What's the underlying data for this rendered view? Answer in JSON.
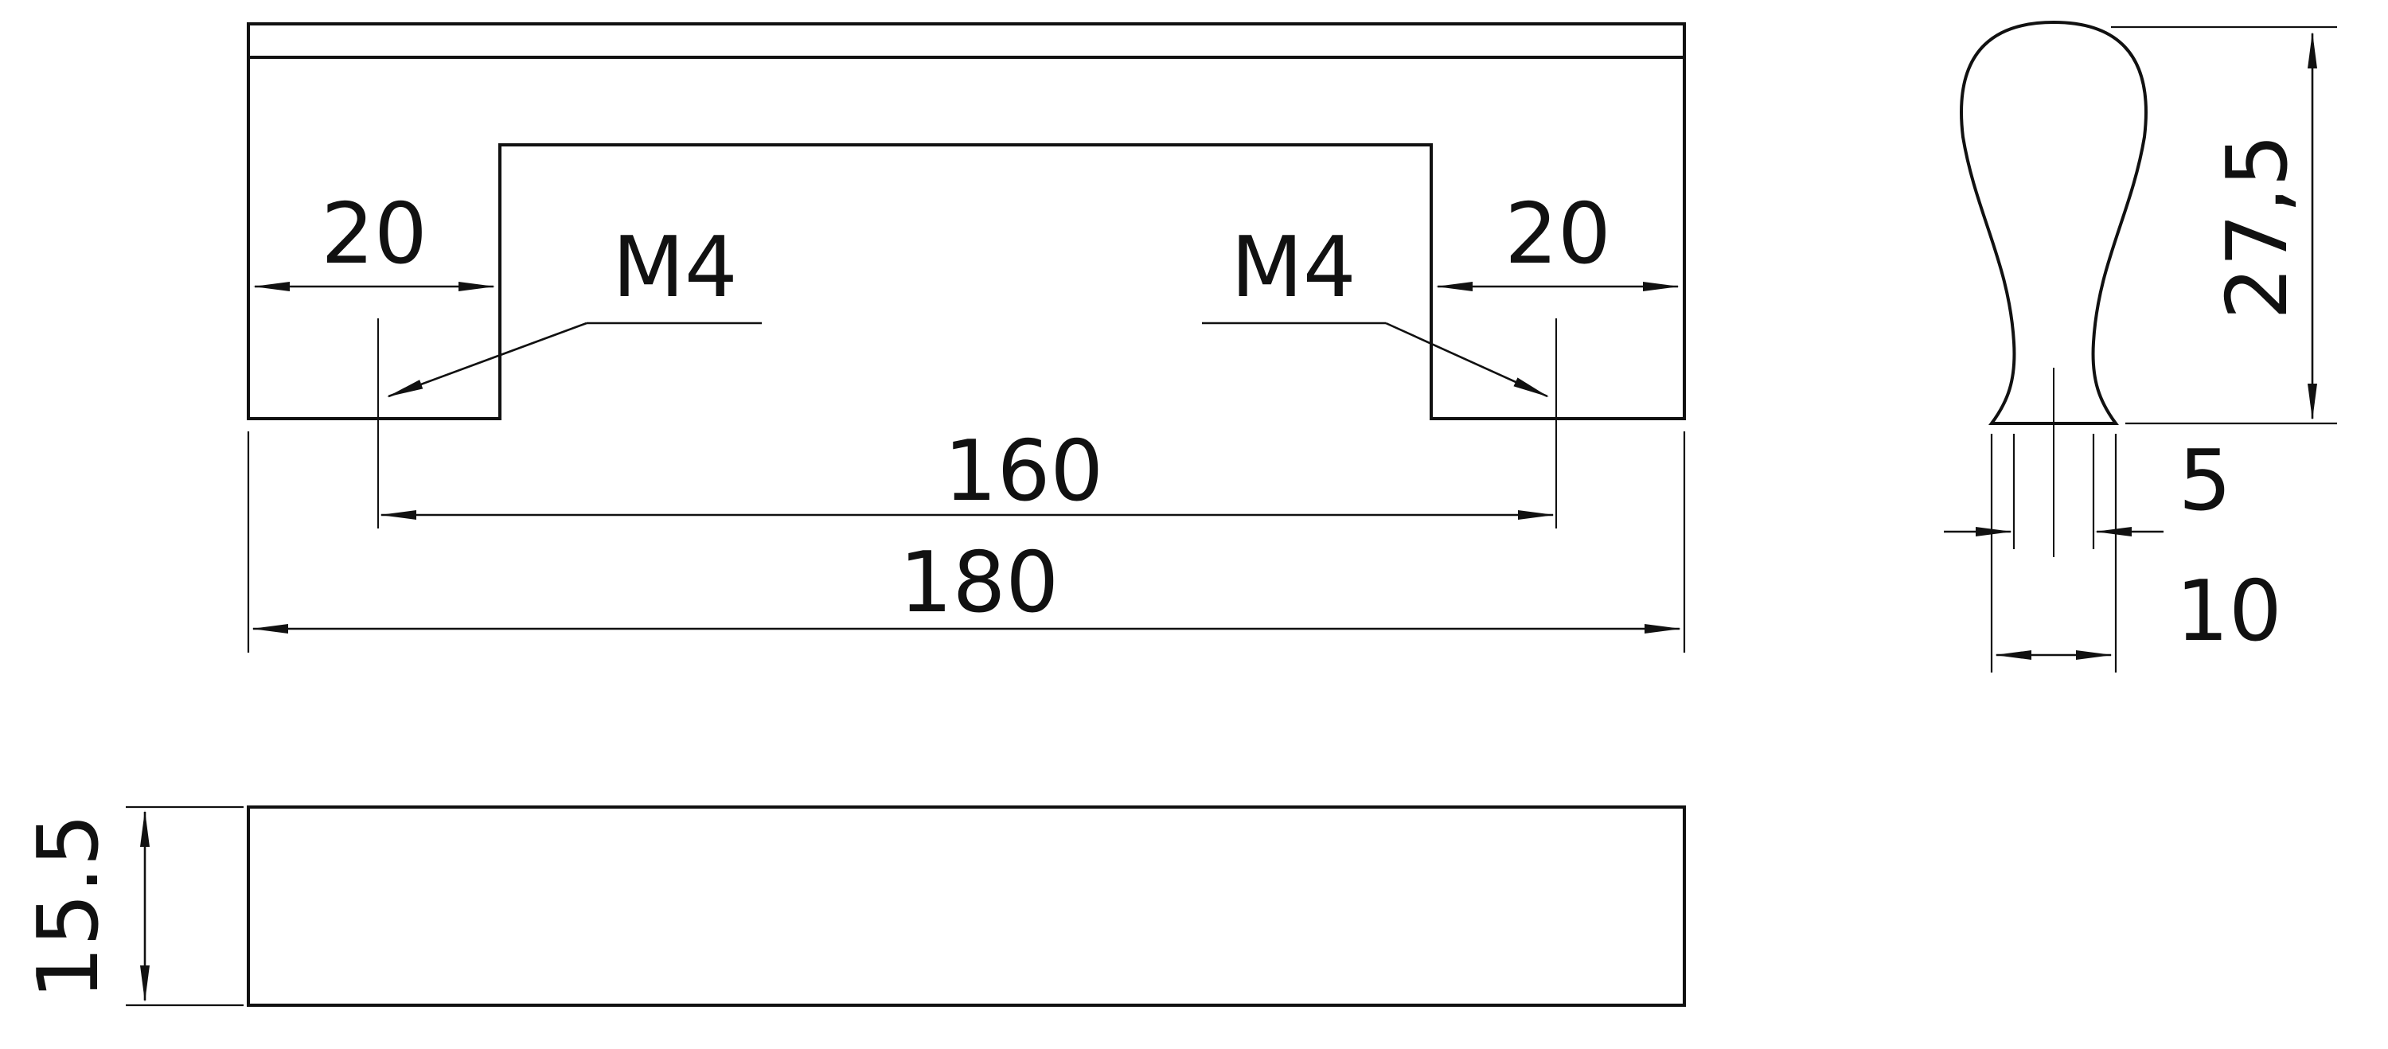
{
  "drawing": {
    "front_view": {
      "post_width_left": "20",
      "post_width_right": "20",
      "thread_label_left": "M4",
      "thread_label_right": "M4",
      "hole_spacing": "160",
      "overall_length": "180"
    },
    "profile_view": {
      "height": "27,5",
      "waist_width": "5",
      "base_width": "10"
    },
    "bottom_view": {
      "thickness": "15.5"
    },
    "colors": {
      "line": "#111111",
      "background": "#ffffff"
    }
  }
}
